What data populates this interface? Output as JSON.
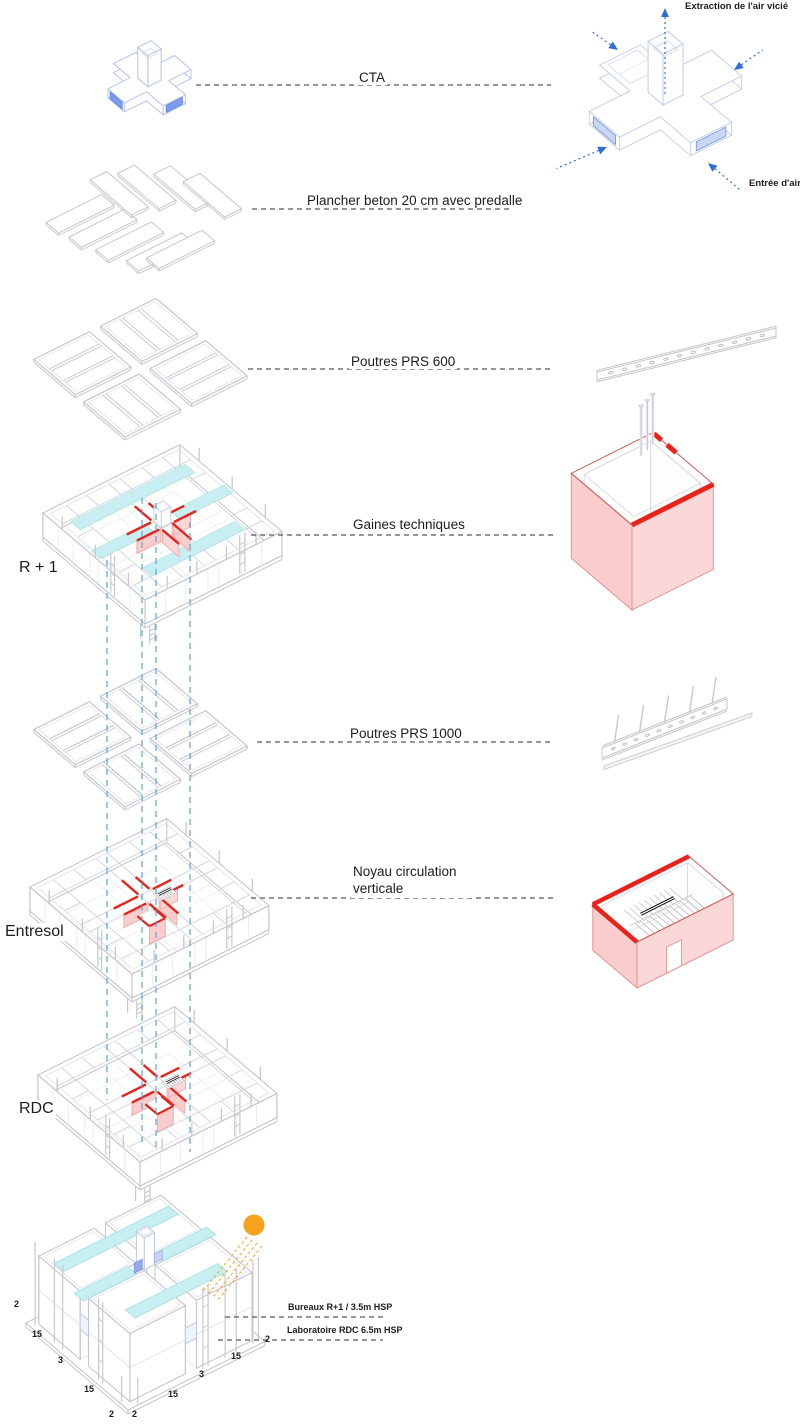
{
  "title_labels": {
    "cta": "CTA",
    "plancher": "Plancher beton 20 cm avec predalle",
    "poutres600": "Poutres PRS 600",
    "gaines": "Gaines techniques",
    "poutres1000": "Poutres PRS 1000",
    "noyau": "Noyau circulation verticale"
  },
  "floor_labels": {
    "r1": "R + 1",
    "entresol": "Entresol",
    "rdc": "RDC"
  },
  "detail_labels": {
    "extraction": "Extraction de l'air vicié",
    "entree": "Entrée d'air"
  },
  "section_labels": {
    "bureaux": "Bureaux R+1 / 3.5m HSP",
    "laboratoire": "Laboratoire RDC 6.5m HSP"
  },
  "dimensions": {
    "left": [
      "2",
      "15",
      "3",
      "15",
      "2"
    ],
    "right": [
      "2",
      "15",
      "3",
      "15",
      "2"
    ]
  },
  "colors": {
    "accent_red": "#e4251c",
    "pink": "#f8cdcc",
    "pink_light": "#fbd8d7",
    "cyan": "#c7eef0",
    "blue_arrow": "#2e6fd6",
    "guide_blue": "#5aa3dc",
    "sun_orange": "#f6a21d",
    "line_gray": "#c6c6ce",
    "line_light": "#e2e2ea",
    "cta_blue": "#b7c3ea",
    "leader_gray": "#58585a",
    "text": "#1c1c1c"
  }
}
